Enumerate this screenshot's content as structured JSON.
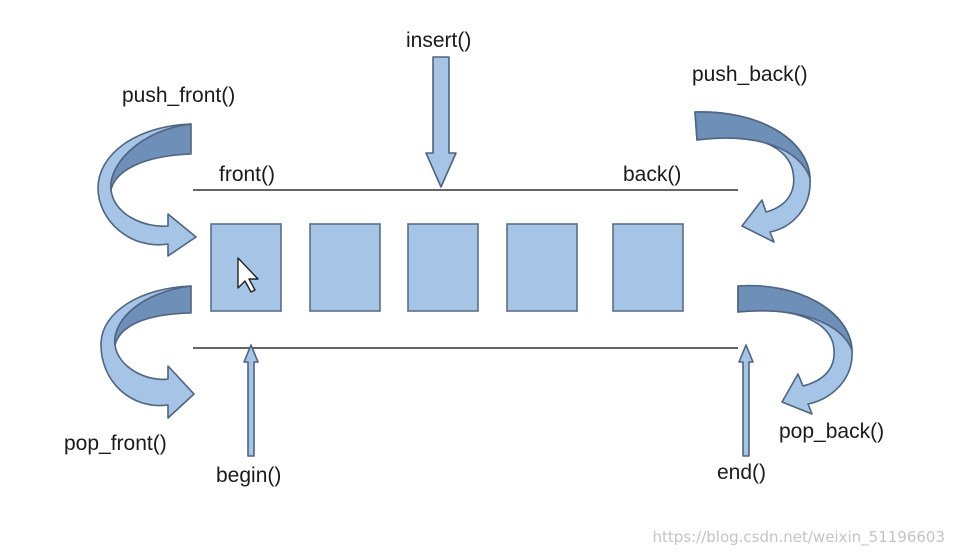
{
  "labels": {
    "insert": "insert()",
    "push_front": "push_front()",
    "push_back": "push_back()",
    "front": "front()",
    "back": "back()",
    "pop_front": "pop_front()",
    "pop_back": "pop_back()",
    "begin": "begin()",
    "end": "end()"
  },
  "element_count": 5,
  "watermark": "https://blog.csdn.net/weixin_51196603",
  "colors": {
    "cell_fill": "#a6c4e6",
    "cell_stroke": "#5b6f86",
    "curl_dark": "#6e8fb7",
    "rail": "#333333"
  },
  "icons": [
    "mouse-pointer-icon"
  ]
}
